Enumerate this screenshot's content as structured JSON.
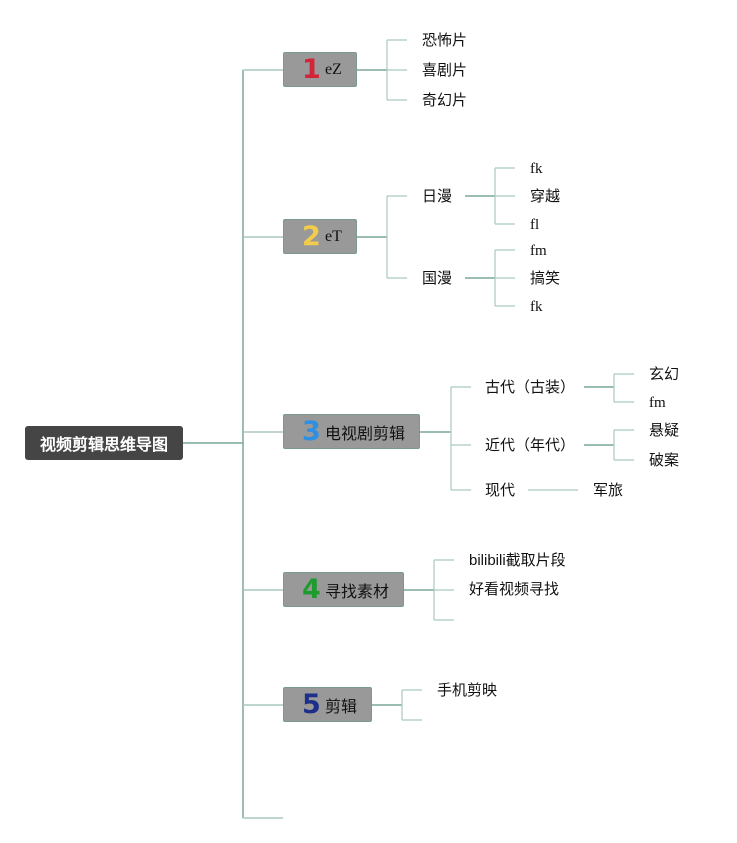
{
  "root": "视频剪辑思维导图",
  "colors": {
    "line": "#7ba797",
    "root_bg": "#454545",
    "branch_bg": "#999999",
    "num1": "#d42438",
    "num2": "#f2cc4a",
    "num3": "#2f8fe0",
    "num4": "#1e9a2e",
    "num5": "#1e2f8a"
  },
  "branches": [
    {
      "number": "1",
      "label": "eZ",
      "children": [
        {
          "label": "恐怖片"
        },
        {
          "label": "喜剧片"
        },
        {
          "label": "奇幻片"
        }
      ]
    },
    {
      "number": "2",
      "label": "eT",
      "children": [
        {
          "label": "日漫",
          "children": [
            {
              "label": "fk"
            },
            {
              "label": "穿越"
            },
            {
              "label": "fl"
            }
          ]
        },
        {
          "label": "国漫",
          "children": [
            {
              "label": "fm"
            },
            {
              "label": "搞笑"
            },
            {
              "label": "fk"
            }
          ]
        }
      ]
    },
    {
      "number": "3",
      "label": "电视剧剪辑",
      "children": [
        {
          "label": "古代（古装）",
          "children": [
            {
              "label": "玄幻"
            },
            {
              "label": "fm"
            }
          ]
        },
        {
          "label": "近代（年代）",
          "children": [
            {
              "label": "悬疑"
            },
            {
              "label": "破案"
            }
          ]
        },
        {
          "label": "现代",
          "children": [
            {
              "label": "军旅"
            }
          ]
        }
      ]
    },
    {
      "number": "4",
      "label": "寻找素材",
      "children": [
        {
          "label": "bilibili截取片段"
        },
        {
          "label": "好看视频寻找"
        },
        {
          "label": ""
        }
      ]
    },
    {
      "number": "5",
      "label": "剪辑",
      "children": [
        {
          "label": "手机剪映"
        },
        {
          "label": ""
        }
      ]
    }
  ]
}
